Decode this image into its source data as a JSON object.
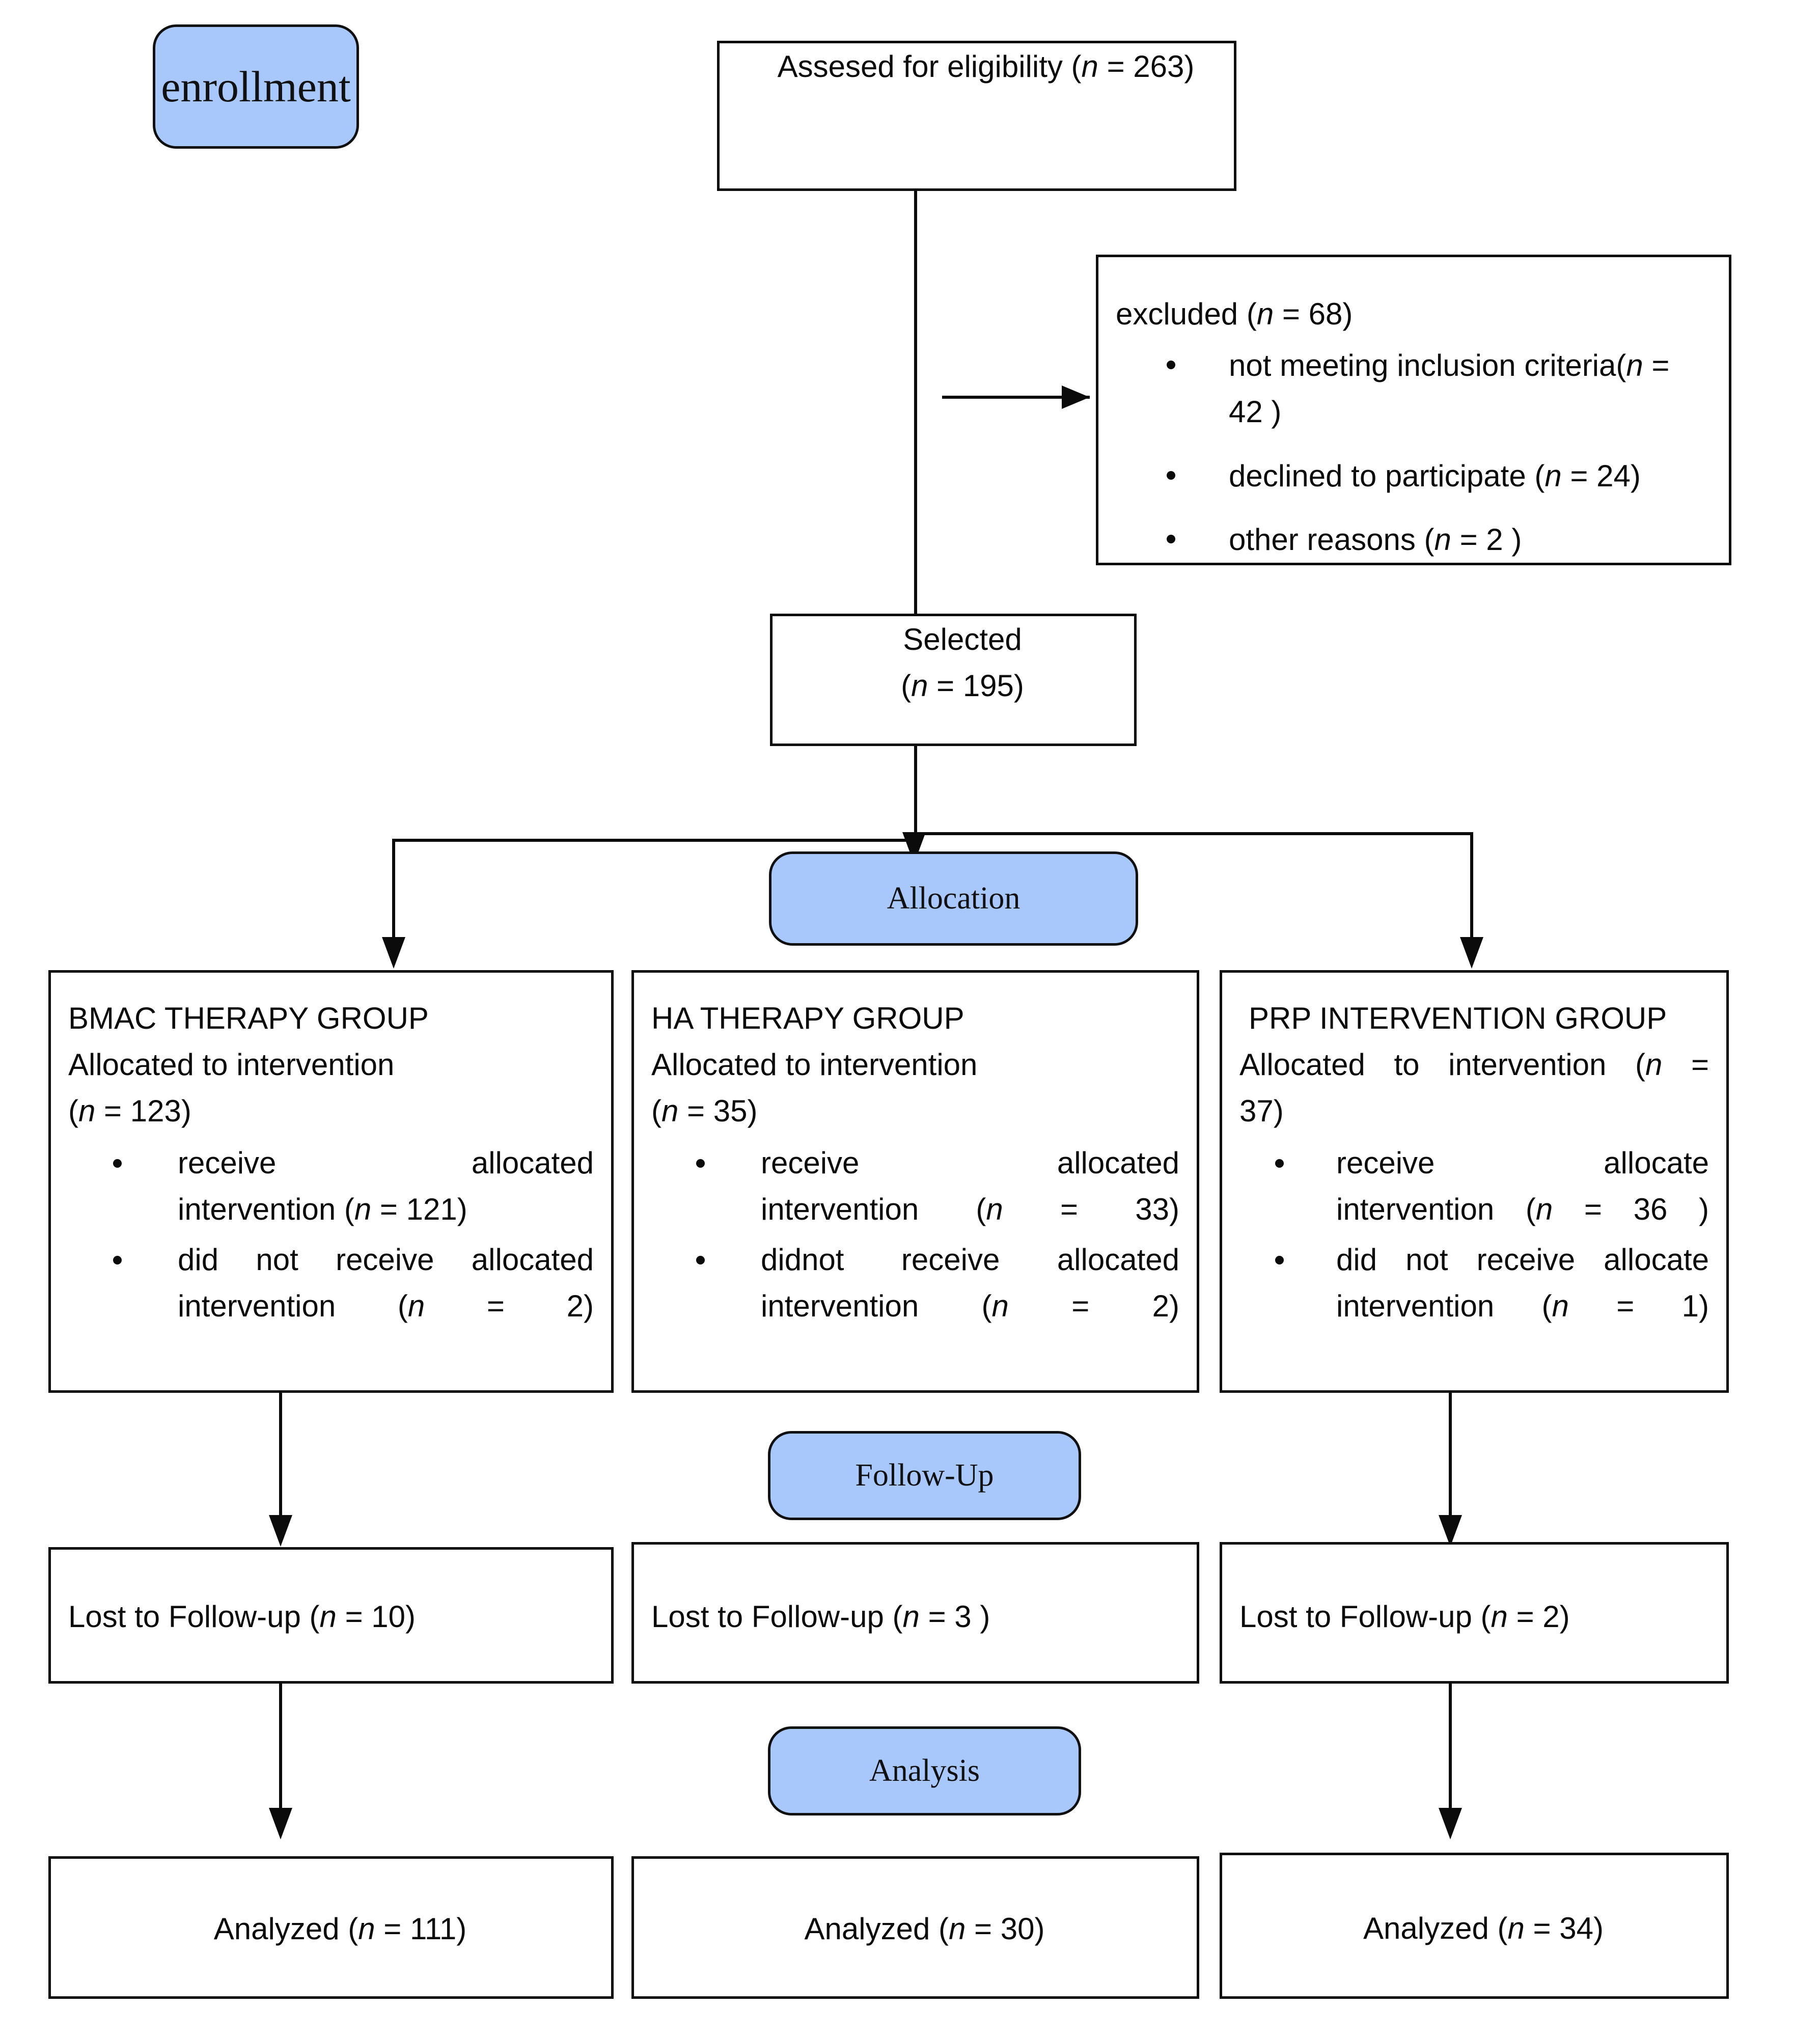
{
  "diagram": {
    "type": "consort-flow-diagram",
    "accent_color": "#a8c8fc",
    "line_color": "#0b0b0b",
    "background": "#ffffff"
  },
  "stages": {
    "enrollment": "enrollment",
    "allocation": "Allocation",
    "followup": "Follow-Up",
    "analysis": "Analysis"
  },
  "assessed": {
    "text": "Assesed for eligibility (",
    "n_symbol": "n",
    "n_value": " = 263)"
  },
  "excluded": {
    "heading_prefix": "excluded (",
    "heading_n": "n",
    "heading_value": " = 68)",
    "items": [
      {
        "text": "not meeting inclusion criteria(",
        "n": "n",
        "value": " = 42 )"
      },
      {
        "text": "declined to participate (",
        "n": "n",
        "value": " = 24)"
      },
      {
        "text": "other reasons (",
        "n": "n",
        "value": " = 2 )"
      }
    ]
  },
  "selected": {
    "line1": "Selected",
    "prefix": "(",
    "n": "n",
    "value": " = 195)"
  },
  "groups": [
    {
      "title": "BMAC THERAPY  GROUP",
      "alloc_line1": "Allocated to intervention",
      "alloc_line2_prefix": "(",
      "alloc_n": "n",
      "alloc_value": " = 123)",
      "alloc_inline": false,
      "bullets": [
        {
          "l1": "receive                allocated",
          "l2_prefix": "intervention (",
          "l2_n": "n",
          "l2_value": " = 121)"
        },
        {
          "l1": "did  not  receive  allocated",
          "l2_prefix": "intervention (",
          "l2_n": "n",
          "l2_value": " = 2)"
        }
      ],
      "lost": {
        "prefix": "Lost to Follow-up (",
        "n": "n",
        "value": " = 10)"
      },
      "analyzed": {
        "prefix": "Analyzed      (",
        "n": "n",
        "value": " = 111)"
      }
    },
    {
      "title": "HA THERAPY  GROUP",
      "alloc_line1": "Allocated to intervention",
      "alloc_line2_prefix": "(",
      "alloc_n": "n",
      "alloc_value": " = 35)",
      "alloc_inline": false,
      "bullets": [
        {
          "l1": "receive               allocated",
          "l2_prefix": "intervention (",
          "l2_n": "n",
          "l2_value": " = 33)"
        },
        {
          "l1": "didnot  receive  allocated",
          "l2_prefix": "intervention (",
          "l2_n": "n",
          "l2_value": " = 2)"
        }
      ],
      "lost": {
        "prefix": "Lost to Follow-up (",
        "n": "n",
        "value": " = 3 )"
      },
      "analyzed": {
        "prefix": "Analyzed      (",
        "n": "n",
        "value": " = 30)"
      }
    },
    {
      "title": "PRP INTERVENTION  GROUP",
      "alloc_line1": "Allocated  to  intervention  (",
      "alloc_line2_prefix": "37)",
      "alloc_n": "n",
      "alloc_value": "  =",
      "alloc_inline": true,
      "bullets": [
        {
          "l1": "receive                 allocate",
          "l2_prefix": "intervention (",
          "l2_n": "n",
          "l2_value": " = 36 )"
        },
        {
          "l1": "did not receive allocate",
          "l2_prefix": "intervention (",
          "l2_n": "n",
          "l2_value": " = 1)"
        }
      ],
      "lost": {
        "prefix": "Lost to Follow-up (",
        "n": "n",
        "value": " = 2)"
      },
      "analyzed": {
        "prefix": "Analyzed      (",
        "n": "n",
        "value": " = 34)"
      }
    }
  ]
}
